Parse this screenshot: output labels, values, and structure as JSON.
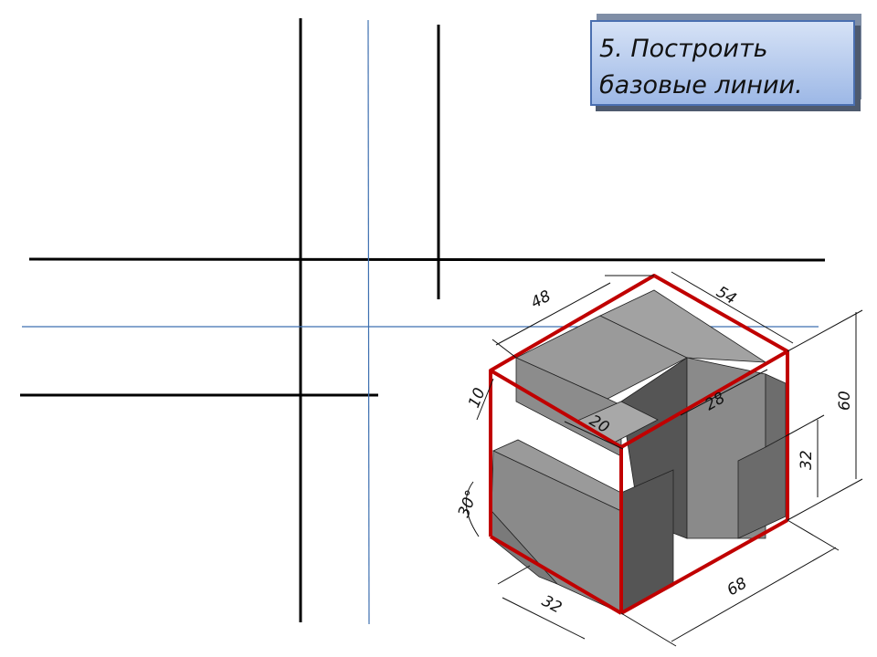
{
  "slide_title": {
    "line1": "5. Построить",
    "line2": "базовые линии."
  },
  "dimensions": {
    "d48": "48",
    "d54": "54",
    "d10": "10",
    "d20": "20",
    "d28": "28",
    "d60": "60",
    "d32_height": "32",
    "d30deg": "30°",
    "d32_bottom": "32",
    "d68": "68"
  },
  "colors": {
    "construction_line": "#000000",
    "axis_line": "#3d6fb0",
    "bounding_box": "#c00000",
    "face_top": "#9a9a9a",
    "face_left": "#8a8a8a",
    "face_right": "#6a6a6a",
    "face_dark": "#4e4e4e",
    "title_gradient_top": "#d6e2f6",
    "title_gradient_bottom": "#9db8e6"
  }
}
